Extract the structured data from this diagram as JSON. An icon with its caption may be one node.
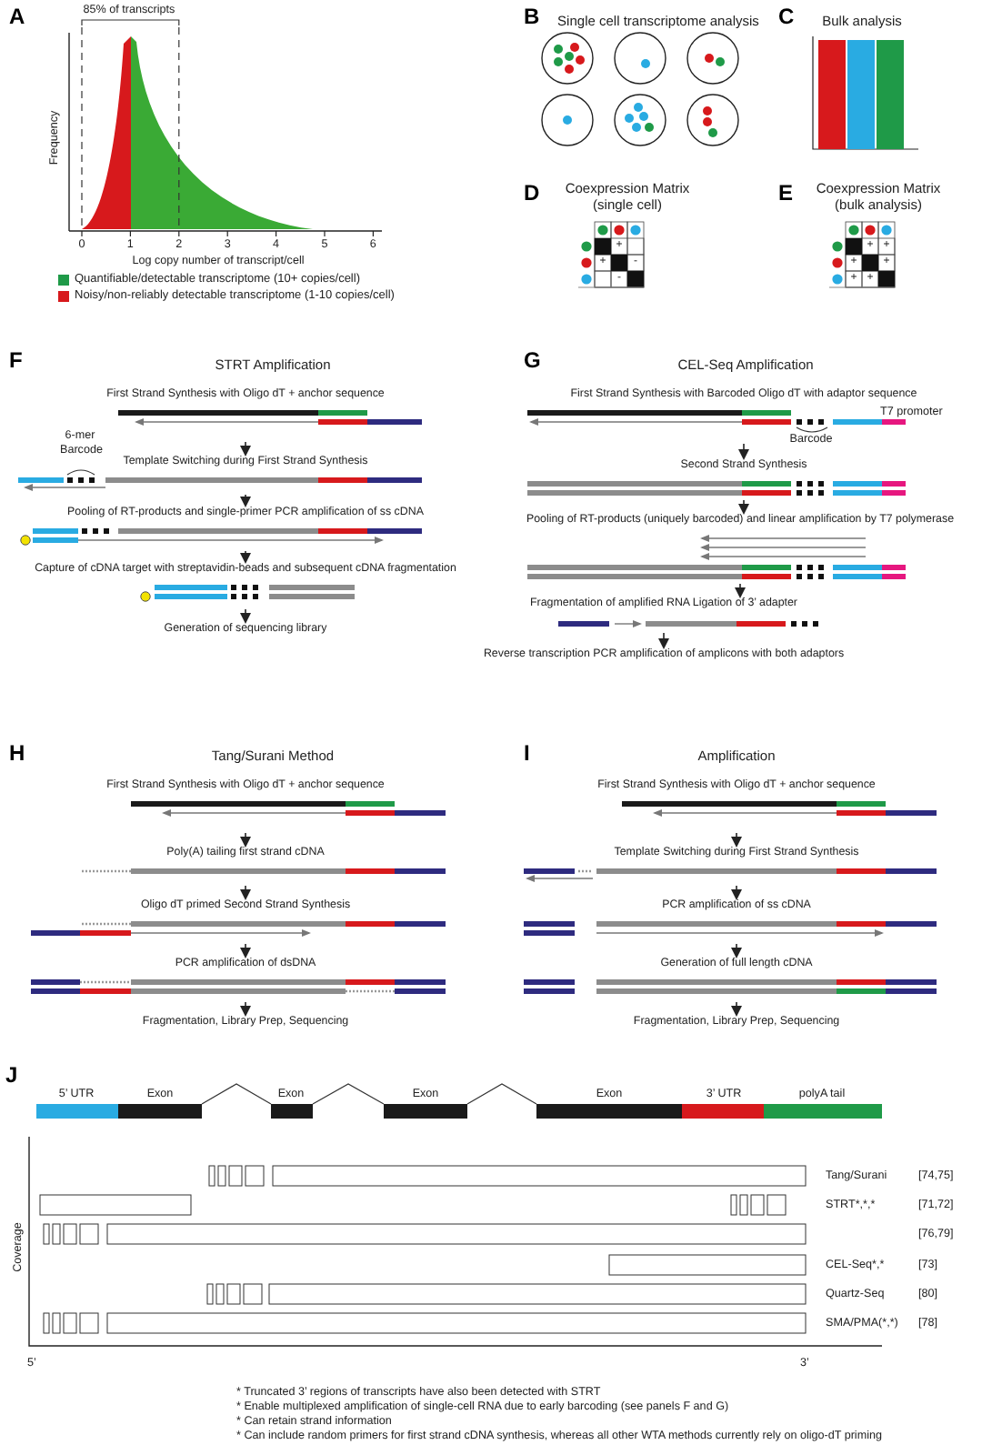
{
  "diagram": {
    "nodes": [
      {
        "text": [
          "First Strand Synthesis with Oligo dT + anchor sequence"
        ]
      },
      {
        "text": [
          "Template Switching during First Strand Synthesis"
        ]
      },
      {
        "text": [
          "Pooling of RT-products  and single-primer PCR amplification of ss cDNA"
        ]
      },
      {
        "text": [
          "Capture of cDNA target with streptavidin-beads and subsequent cDNA fragmentation"
        ]
      },
      {
        "text": [
          "Generation of sequencing library"
        ]
      },
      {
        "text": [
          "First Strand Synthesis with Barcoded Oligo dT with adaptor sequence"
        ]
      },
      {
        "text": [
          "Second Strand Synthesis"
        ]
      },
      {
        "text": [
          "Pooling of RT-products (uniquely barcoded) and linear amplification by T7 polymerase"
        ]
      },
      {
        "text": [
          "Fragmentation of amplified RNA Ligation of 3’ adapter"
        ]
      },
      {
        "text": [
          "Reverse transcription PCR amplification of amplicons with both adaptors"
        ]
      },
      {
        "text": [
          "First Strand Synthesis with Oligo dT + anchor sequence"
        ]
      },
      {
        "text": [
          "Poly(A) tailing first strand cDNA"
        ]
      },
      {
        "text": [
          "Oligo dT primed Second Strand Synthesis"
        ]
      },
      {
        "text": [
          "PCR amplification of dsDNA"
        ]
      },
      {
        "text": [
          "Fragmentation, Library Prep, Sequencing"
        ]
      },
      {
        "text": [
          "First Strand Synthesis with Oligo dT + anchor sequence"
        ]
      },
      {
        "text": [
          "Template Switching during First Strand Synthesis"
        ]
      },
      {
        "text": [
          "PCR amplification of ss cDNA"
        ]
      },
      {
        "text": [
          "Generation of full length cDNA"
        ]
      },
      {
        "text": [
          "Fragmentation, Library Prep, Sequencing"
        ]
      }
    ],
    "edges": [
      {
        "from": 0,
        "to": 1,
        "arrow": "to"
      },
      {
        "from": 1,
        "to": 2,
        "arrow": "to"
      },
      {
        "from": 2,
        "to": 3,
        "arrow": "to"
      },
      {
        "from": 3,
        "to": 4,
        "arrow": "to"
      },
      {
        "from": 5,
        "to": 6,
        "arrow": "to"
      },
      {
        "from": 6,
        "to": 7,
        "arrow": "to"
      },
      {
        "from": 7,
        "to": 8,
        "arrow": "to"
      },
      {
        "from": 8,
        "to": 9,
        "arrow": "to"
      },
      {
        "from": 10,
        "to": 11,
        "arrow": "to"
      },
      {
        "from": 11,
        "to": 12,
        "arrow": "to"
      },
      {
        "from": 12,
        "to": 13,
        "arrow": "to"
      },
      {
        "from": 13,
        "to": 14,
        "arrow": "to"
      },
      {
        "from": 15,
        "to": 16,
        "arrow": "to"
      },
      {
        "from": 16,
        "to": 17,
        "arrow": "to"
      },
      {
        "from": 17,
        "to": 18,
        "arrow": "to"
      },
      {
        "from": 18,
        "to": 19,
        "arrow": "to"
      }
    ],
    "labels": [
      "A",
      "85% of transcripts",
      "Frequency",
      "0",
      "1",
      "2",
      "3",
      "4",
      "5",
      "6",
      "Log copy number of transcript/cell",
      "B",
      "Single cell transcriptome analysis",
      "C",
      "Bulk analysis",
      "D",
      "Coexpression Matrix (single cell)",
      "+",
      "+",
      "-",
      "-",
      "E",
      "Coexpression Matrix (bulk analysis)",
      "+",
      "+",
      "+",
      "+",
      "+",
      "+",
      "F",
      "STRT Amplification",
      "6-mer Barcode",
      "G",
      "CEL-Seq Amplification",
      "T7 promoter",
      "Barcode",
      "H",
      "Tang/Surani Method",
      "I",
      "Amplification",
      "J",
      "5’ UTR",
      "Exon",
      "Exon",
      "Exon",
      "Exon",
      "3’ UTR",
      "polyA tail",
      "Tang/Surani",
      "[74,75]",
      "STRT*,*,*",
      "[71,72]",
      "[76,79]",
      "CEL-Seq*,*",
      "[73]",
      "Quartz-Seq",
      "[80]",
      "SMA/PMA(*,*)",
      "[78]",
      "Coverage",
      "5’",
      "3’",
      "* Truncated 3’ regions of transcripts have also been detected with STRT",
      "* Enable multiplexed amplification of single-cell RNA due to early barcoding (see panels F and G)",
      "* Can retain strand information",
      "* Can include random primers for first strand cDNA synthesis, whereas all other WTA methods currently rely on oligo-dT priming"
    ],
    "legend": [
      {
        "text": "Quantifiable/detectable transcriptome (10+ copies/cell)",
        "color": "#1f9a48"
      },
      {
        "text": "Noisy/non-reliably detectable transcriptome (1-10 copies/cell)",
        "color": "#d7191c"
      }
    ]
  }
}
